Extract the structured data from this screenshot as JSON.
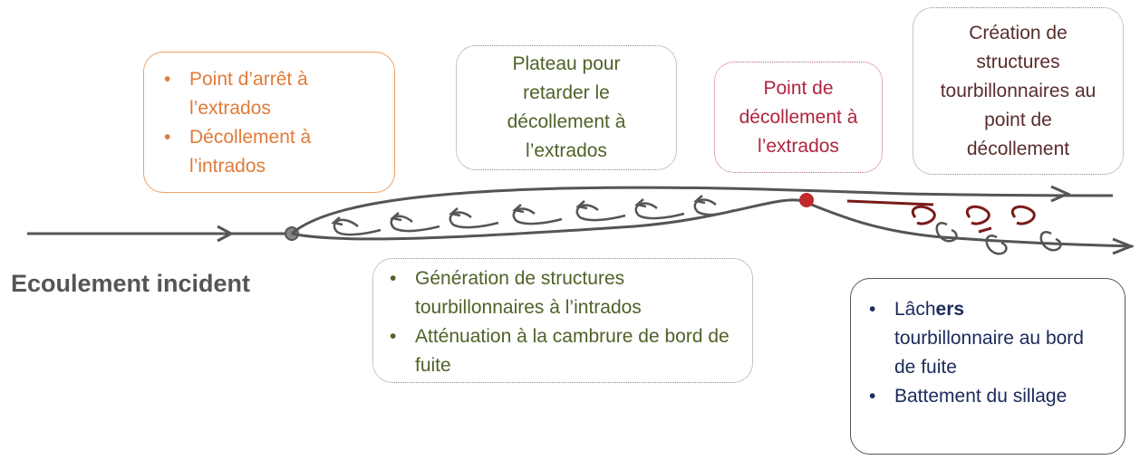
{
  "incident_label": "Ecoulement incident",
  "boxes": {
    "orange": [
      "Point d’arrêt à l’extrados",
      "Décollement à l’intrados"
    ],
    "plateau": "Plateau pour retarder le décollement à l’extrados",
    "decollement": "Point de décollement à l’extrados",
    "creation": "Création de structures tourbillonnaires au point de décollement",
    "generation": [
      "Génération de structures tourbillonnaires à l’intrados",
      "Atténuation à la cambrure de bord de fuite"
    ],
    "lachers": {
      "item1_pre": "Lâch",
      "item1_bold": "ers",
      "item1_post": "tourbillonnaire au bord de fuite",
      "item2": "Battement du sillage"
    }
  },
  "colors": {
    "orange": "#e07b39",
    "green": "#4f6228",
    "crimson": "#b0243e",
    "brown": "#5a2c2c",
    "navy": "#1a2a5a",
    "flow": "#555555",
    "separation_point": "#c0282b",
    "vortex_dark": "#7a1a1a"
  }
}
